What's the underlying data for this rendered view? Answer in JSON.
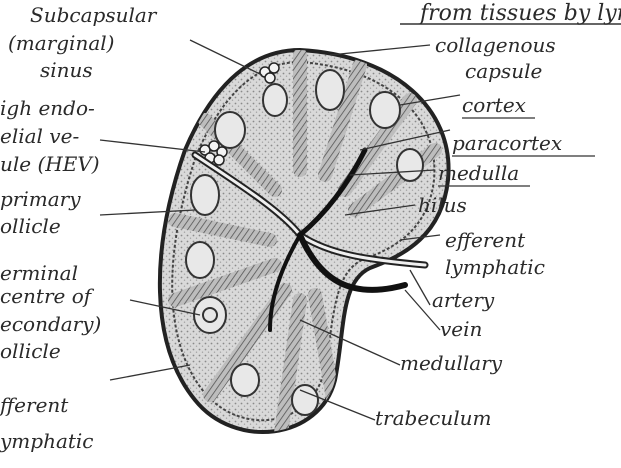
{
  "header": {
    "text": "from tissues by lym"
  },
  "labels": {
    "subcapsular_1": "Subcapsular",
    "subcapsular_2": "(marginal)",
    "subcapsular_3": "sinus",
    "hev_1": "igh endo-",
    "hev_2": "elial ve-",
    "hev_3": "ule (HEV)",
    "primary_1": "primary",
    "primary_2": "ollicle",
    "germinal_1": "erminal",
    "germinal_2": "centre of",
    "germinal_3": "econdary)",
    "germinal_4": "ollicle",
    "afferent_1": "fferent",
    "afferent_2": "ymphatic",
    "capsule_1": "collagenous",
    "capsule_2": "capsule",
    "cortex": "cortex",
    "paracortex": "paracortex",
    "medulla": "medulla",
    "hilus": "hilus",
    "efferent_1": "efferent",
    "efferent_2": "lymphatic",
    "artery": "artery",
    "vein": "vein",
    "medullary": "medullary",
    "trabeculum": "trabeculum"
  }
}
